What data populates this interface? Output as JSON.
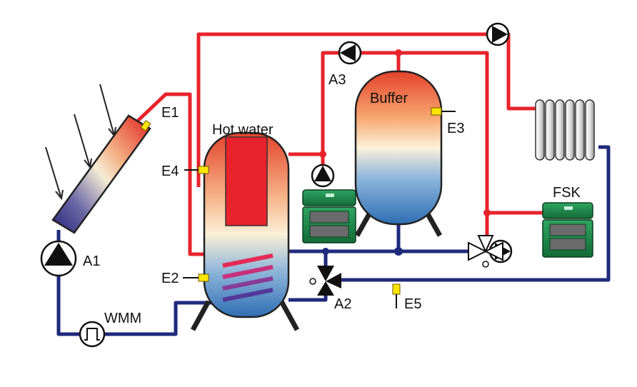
{
  "labels": {
    "hot_water": "Hot water",
    "buffer": "Buffer",
    "fsk": "FSK",
    "wmm": "WMM",
    "e1": "E1",
    "e2": "E2",
    "e3": "E3",
    "e4": "E4",
    "e5": "E5",
    "a1": "A1",
    "a2": "A2",
    "a3": "A3"
  },
  "colors": {
    "hot_pipe": "#e8232b",
    "cold_pipe": "#1f2a7c",
    "sensor": "#ffe600",
    "controller": "#1f8a4c"
  },
  "icons": [
    "sun-ray-icon",
    "pump-icon",
    "three-way-valve-icon",
    "flow-meter-icon",
    "radiator-icon",
    "controller-icon",
    "heat-exchanger-coil-icon"
  ]
}
